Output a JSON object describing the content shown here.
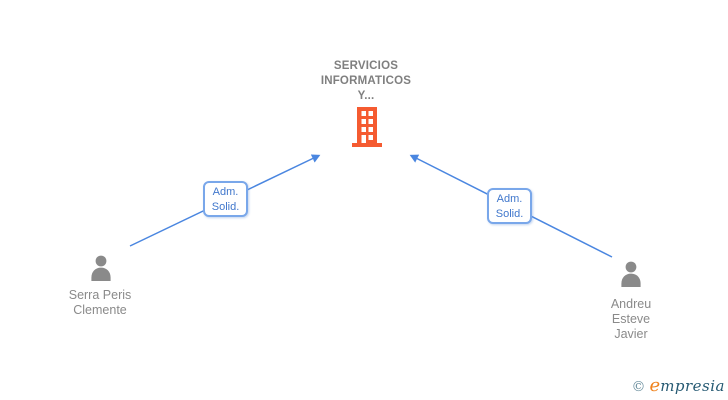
{
  "colors": {
    "node_text": "#7f7f7f",
    "person_icon": "#8a8a8a",
    "building_icon": "#f55b31",
    "edge": "#4a86e0",
    "edge_label_text": "#4077cc",
    "edge_label_border": "#79a7ea",
    "logo_copyright": "#6b8f9e",
    "logo_initial": "#f0831e",
    "logo_rest": "#265a73"
  },
  "company": {
    "name_lines": [
      "SERVICIOS",
      "INFORMATICOS",
      "Y..."
    ],
    "icon": "building-icon"
  },
  "persons": [
    {
      "id": "left",
      "icon": "person-icon",
      "name_lines": [
        "Serra Peris",
        "Clemente"
      ]
    },
    {
      "id": "right",
      "icon": "person-icon",
      "name_lines": [
        "Andreu",
        "Esteve",
        "Javier"
      ]
    }
  ],
  "edges": [
    {
      "from": "Serra Peris Clemente",
      "to": "SERVICIOS INFORMATICOS Y...",
      "label_lines": [
        "Adm.",
        "Solid."
      ]
    },
    {
      "from": "Andreu Esteve Javier",
      "to": "SERVICIOS INFORMATICOS Y...",
      "label_lines": [
        "Adm.",
        "Solid."
      ]
    }
  ],
  "footer": {
    "copyright": "©",
    "brand_initial": "e",
    "brand_rest": "mpresia"
  }
}
